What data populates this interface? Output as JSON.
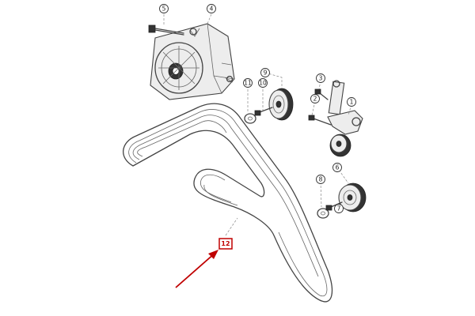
{
  "callouts": {
    "c5": "5",
    "c4_alt": "4",
    "c9": "9",
    "c11": "11",
    "c10": "10",
    "c3": "3",
    "c2": "2",
    "c1": "1",
    "c8": "8",
    "c6": "6",
    "c7": "7"
  },
  "highlight": {
    "label": "12",
    "color": "#c00000"
  }
}
